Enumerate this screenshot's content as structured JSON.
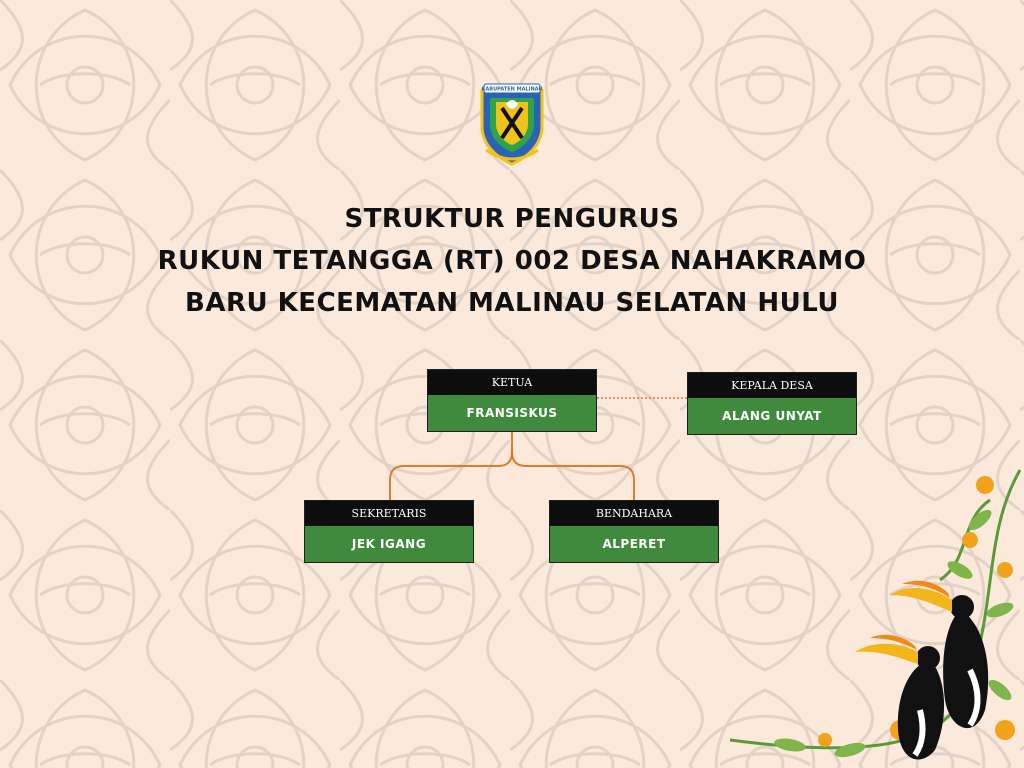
{
  "title": {
    "line1": "STRUKTUR PENGURUS",
    "line2": "RUKUN TETANGGA (RT) 002 DESA NAHAKRAMO",
    "line3": "BARU KECEMATAN MALINAU SELATAN HULU"
  },
  "logo": {
    "text": "KABUPATEN MALINAU",
    "icon": "regency-crest"
  },
  "org": {
    "ketua": {
      "role": "KETUA",
      "name": "FRANSISKUS"
    },
    "kepala_desa": {
      "role": "KEPALA DESA",
      "name": "ALANG UNYAT"
    },
    "sekretaris": {
      "role": "SEKRETARIS",
      "name": "JEK IGANG"
    },
    "bendahara": {
      "role": "BENDAHARA",
      "name": "ALPERET"
    }
  },
  "colors": {
    "background": "#fbe9dc",
    "role_header": "#0d0d0d",
    "name_box": "#3f8a3c",
    "connector": "#e07b2e"
  },
  "decoration": {
    "corner": "hornbill-birds-with-flowers"
  }
}
